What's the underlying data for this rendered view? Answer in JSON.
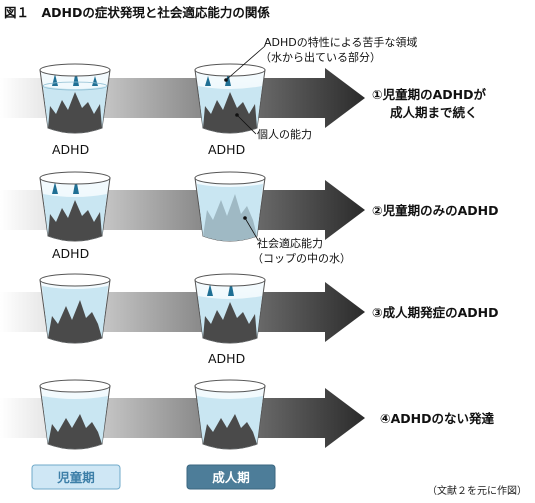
{
  "title": "図１　ADHDの症状発現と社会適応能力の関係",
  "legend": {
    "water_line1": "ADHDの特性による苦手な領域",
    "water_line2": "（水から出ている部分）",
    "ability": "個人の能力",
    "cup_line1": "社会適応能力",
    "cup_line2": "（コップの中の水）"
  },
  "cup_label": "ADHD",
  "rows": [
    {
      "result_line1": "①児童期のADHDが",
      "result_line2": "成人期まで続く",
      "child_label": "ADHD",
      "adult_label": "ADHD"
    },
    {
      "result_line1": "②児童期のみのADHD",
      "result_line2": "",
      "child_label": "ADHD",
      "adult_label": ""
    },
    {
      "result_line1": "③成人期発症のADHD",
      "result_line2": "",
      "child_label": "",
      "adult_label": "ADHD"
    },
    {
      "result_line1": "④ADHDのない発達",
      "result_line2": "",
      "child_label": "",
      "adult_label": ""
    }
  ],
  "periods": {
    "child": "児童期",
    "adult": "成人期"
  },
  "source": "（文献２を元に作図）",
  "colors": {
    "arrow_dark": "#2b2b2b",
    "water": "#c9e6f2",
    "mountain": "#4a4a4a",
    "child_button": "#cfe7f5",
    "adult_button": "#4d7d99"
  }
}
